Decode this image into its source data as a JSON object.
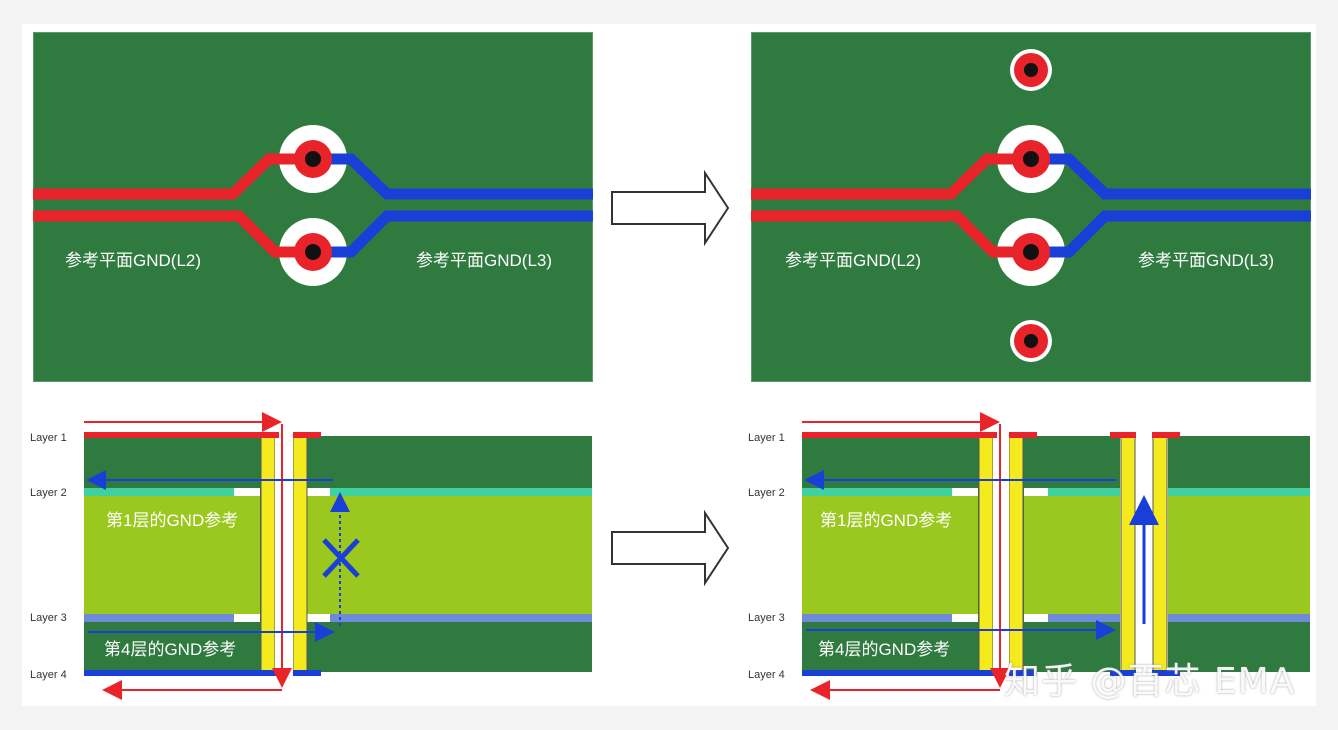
{
  "top_left": {
    "label_left": "参考平面GND(L2)",
    "label_right": "参考平面GND(L3)"
  },
  "top_right": {
    "label_left": "参考平面GND(L2)",
    "label_right": "参考平面GND(L3)"
  },
  "bottom_left": {
    "layers": [
      "Layer 1",
      "Layer 2",
      "Layer 3",
      "Layer 4"
    ],
    "ref_layer1": "第1层的GND参考",
    "ref_layer4": "第4层的GND参考"
  },
  "bottom_right": {
    "layers": [
      "Layer 1",
      "Layer 2",
      "Layer 3",
      "Layer 4"
    ],
    "ref_layer1": "第1层的GND参考",
    "ref_layer4": "第4层的GND参考"
  },
  "watermark": "知乎 @百芯 EMA",
  "colors": {
    "board": "#2f7a3f",
    "trace_red": "#e8232a",
    "trace_blue": "#1a3fd8",
    "dielectric": "#9bc81e",
    "via_plating": "#f4ea1e",
    "gnd_plane_l2": "#3fd2a0",
    "gnd_plane_l3": "#6f8ad8"
  }
}
